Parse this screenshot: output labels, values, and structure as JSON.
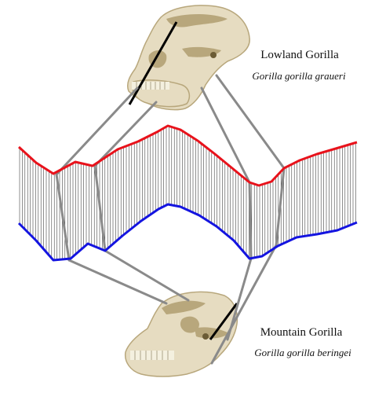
{
  "specimens": {
    "top": {
      "common_name": "Lowland Gorilla",
      "scientific_name": "Gorilla gorilla graueri"
    },
    "bottom": {
      "common_name": "Mountain Gorilla",
      "scientific_name": "Gorilla gorilla beringei"
    }
  },
  "colors": {
    "upper_curve": "#e8121b",
    "lower_curve": "#1414e0",
    "hatch": "#333333",
    "connector": "#8a8a8a",
    "skull_bone": "#e6dcc1",
    "skull_shadow": "#b8a77c",
    "teeth": "#f4f0df"
  }
}
